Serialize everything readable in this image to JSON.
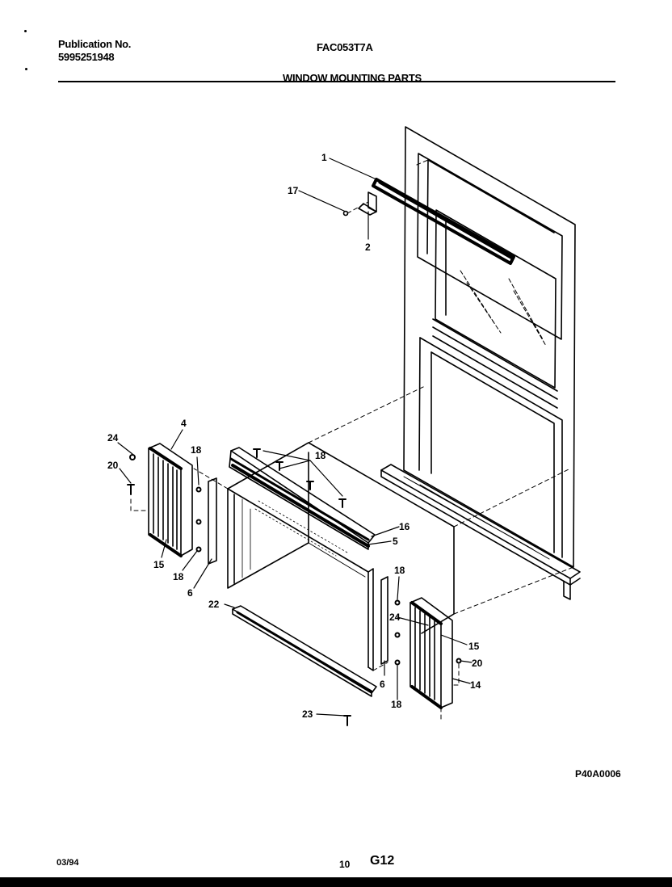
{
  "header": {
    "publication_label": "Publication No.",
    "publication_number": "5995251948",
    "model": "FAC053T7A",
    "section_title": "WINDOW MOUNTING PARTS"
  },
  "callouts": {
    "c1": "1",
    "c17": "17",
    "c2": "2",
    "c24a": "24",
    "c4": "4",
    "c20a": "20",
    "c18a": "18",
    "c15a": "15",
    "c18b": "18",
    "c6a": "6",
    "c18c": "18",
    "c16": "16",
    "c5": "5",
    "c18d": "18",
    "c24b": "24",
    "c15b": "15",
    "c20b": "20",
    "c14": "14",
    "c6b": "6",
    "c18e": "18",
    "c22": "22",
    "c23": "23"
  },
  "footer": {
    "figure_code": "P40A0006",
    "date": "03/94",
    "page_number": "10",
    "section_code": "G12"
  }
}
